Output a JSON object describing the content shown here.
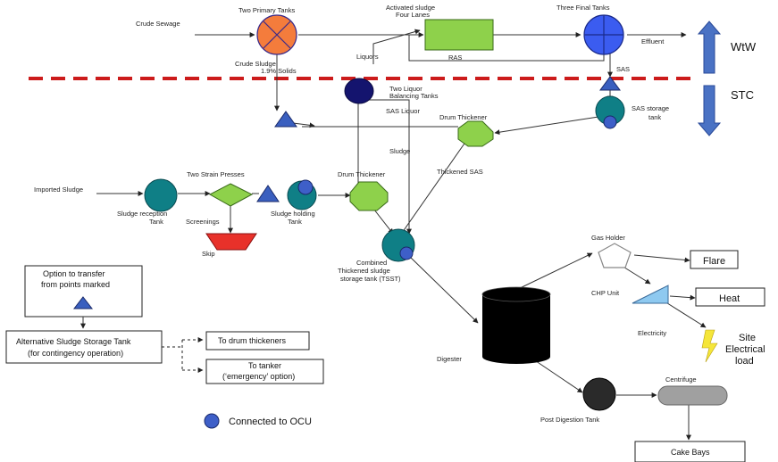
{
  "zones": {
    "top": "WtW",
    "bottom": "STC"
  },
  "labels": {
    "crude_sewage": "Crude Sewage",
    "two_primary_tanks": "Two Primary Tanks",
    "crude_sludge_1": "Crude Sludge",
    "crude_sludge_2": "1.9% Solids",
    "activated_sludge_1": "Activated sludge",
    "activated_sludge_2": "Four Lanes",
    "three_final_tanks": "Three Final Tanks",
    "effluent": "Effluent",
    "liquors": "Liquors",
    "ras": "RAS",
    "sas": "SAS",
    "two_liquor_1": "Two Liquor",
    "two_liquor_2": "Balancing Tanks",
    "sas_liquor": "SAS Liquor",
    "drum_thickener_top": "Drum Thickener",
    "sas_storage_1": "SAS storage",
    "sas_storage_2": "tank",
    "sludge": "Sludge",
    "thickened_sas": "Thickened SAS",
    "two_strain_presses": "Two Strain Presses",
    "drum_thickener_mid": "Drum Thickener",
    "imported_sludge": "Imported Sludge",
    "reception_1": "Sludge reception",
    "reception_2": "Tank",
    "screenings": "Screenings",
    "holding_1": "Sludge holding",
    "holding_2": "Tank",
    "skip": "Skip",
    "tsst_1": "Combined",
    "tsst_2": "Thickened sludge",
    "tsst_3": "storage tank (TSST)",
    "gas_holder": "Gas Holder",
    "chp_unit": "CHP Unit",
    "electricity": "Electricity",
    "digester": "Digester",
    "post_digestion": "Post Digestion Tank",
    "centrifuge": "Centrifuge"
  },
  "boxes": {
    "flare": "Flare",
    "heat": "Heat",
    "site_load_1": "Site",
    "site_load_2": "Electrical",
    "site_load_3": "load",
    "cake_bays": "Cake Bays",
    "option_1": "Option to transfer",
    "option_2": "from points marked",
    "alt_storage_1": "Alternative Sludge Storage Tank",
    "alt_storage_2": "(for contingency operation)",
    "to_drum": "To drum thickeners",
    "to_tanker_1": "To tanker",
    "to_tanker_2": "(‘emergency’ option)"
  },
  "legend": {
    "ocu": "Connected to OCU"
  },
  "colors": {
    "primary_tanks": "#f47c3c",
    "activated_sludge": "#8ed14b",
    "final_tanks": "#3b5cf0",
    "teal_tank": "#0f7f86",
    "navy_tank": "#14146e",
    "triangle": "#3a5fbf",
    "blue_arrow": "#4a72c4",
    "dashed_line": "#cc1b1b",
    "skip": "#e8312a",
    "drum_thickener": "#8ed14b",
    "ocu_dot": "#3e5fc8"
  }
}
